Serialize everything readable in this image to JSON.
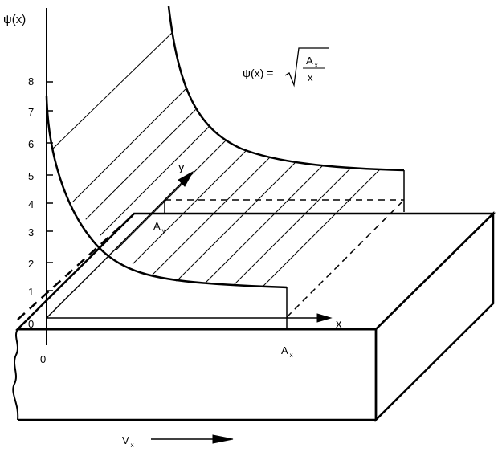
{
  "y_axis": {
    "label": "ψ(x)",
    "ticks": [
      "0",
      "1",
      "2",
      "3",
      "4",
      "5",
      "6",
      "7",
      "8"
    ]
  },
  "x_axis": {
    "label": "x",
    "origin_label": "0",
    "ax_label": "A",
    "ax_sub": "x"
  },
  "depth_axis": {
    "label": "y",
    "ay_label": "A",
    "ay_sub": "y"
  },
  "formula": {
    "lhs": "ψ(x) =",
    "numerator": "A",
    "numerator_sub": "x",
    "denominator": "x"
  },
  "velocity": {
    "label": "V",
    "sub": "x"
  }
}
